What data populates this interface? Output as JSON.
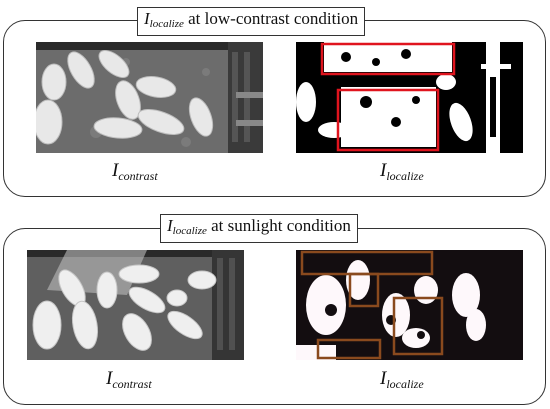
{
  "panels": [
    {
      "title_symbol": "I",
      "title_subscript": "localize",
      "title_text": "at low-contrast condition",
      "left_caption_symbol": "I",
      "left_caption_subscript": "contrast",
      "right_caption_symbol": "I",
      "right_caption_subscript": "localize",
      "box_color": "#e0141e"
    },
    {
      "title_symbol": "I",
      "title_subscript": "localize",
      "title_text": "at sunlight condition",
      "left_caption_symbol": "I",
      "left_caption_subscript": "contrast",
      "right_caption_symbol": "I",
      "right_caption_subscript": "localize",
      "box_color": "#8a4a1e"
    }
  ]
}
